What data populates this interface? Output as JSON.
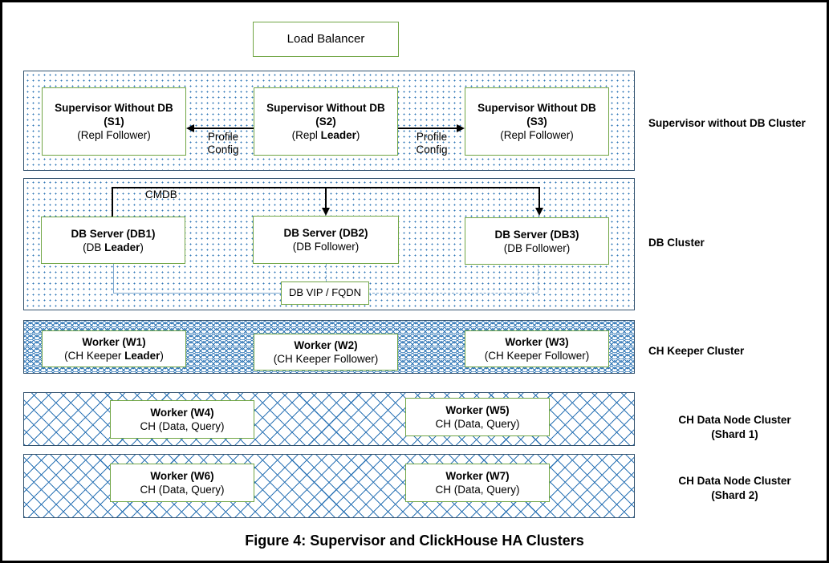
{
  "figure": {
    "caption": "Figure 4: Supervisor and ClickHouse HA Clusters"
  },
  "load_balancer": {
    "label": "Load Balancer"
  },
  "clusters": [
    {
      "id": "supervisor-cluster",
      "side_label": "Supervisor without DB Cluster",
      "nodes": [
        {
          "id": "s1",
          "title": "Supervisor Without DB",
          "tag": "(S1)",
          "role_prefix": "(Repl ",
          "role_bold": "",
          "role_plain": "Follower",
          "role_suffix": ")"
        },
        {
          "id": "s2",
          "title": "Supervisor Without DB",
          "tag": "(S2)",
          "role_prefix": "(Repl ",
          "role_bold": "Leader",
          "role_plain": "",
          "role_suffix": ")"
        },
        {
          "id": "s3",
          "title": "Supervisor Without DB",
          "tag": "(S3)",
          "role_prefix": "(Repl ",
          "role_bold": "",
          "role_plain": "Follower",
          "role_suffix": ")"
        }
      ]
    },
    {
      "id": "db-cluster",
      "side_label": "DB Cluster",
      "nodes": [
        {
          "id": "db1",
          "title": "DB Server (DB1)",
          "role_prefix": "(DB ",
          "role_bold": "Leader",
          "role_plain": "",
          "role_suffix": ")"
        },
        {
          "id": "db2",
          "title": "DB Server (DB2)",
          "role_prefix": "(DB ",
          "role_bold": "",
          "role_plain": "Follower",
          "role_suffix": ")"
        },
        {
          "id": "db3",
          "title": "DB Server (DB3)",
          "role_prefix": "(DB ",
          "role_bold": "",
          "role_plain": "Follower",
          "role_suffix": ")"
        }
      ]
    },
    {
      "id": "ch-keeper-cluster",
      "side_label": "CH Keeper Cluster",
      "nodes": [
        {
          "id": "w1",
          "title": "Worker (W1)",
          "role_prefix": "(CH Keeper ",
          "role_bold": "Leader",
          "role_plain": "",
          "role_suffix": ")"
        },
        {
          "id": "w2",
          "title": "Worker (W2)",
          "role_prefix": "(CH Keeper ",
          "role_bold": "",
          "role_plain": "Follower",
          "role_suffix": ")"
        },
        {
          "id": "w3",
          "title": "Worker (W3)",
          "role_prefix": "(CH Keeper ",
          "role_bold": "",
          "role_plain": "Follower",
          "role_suffix": ")"
        }
      ]
    },
    {
      "id": "ch-data-shard-1",
      "side_label": "CH Data Node Cluster\n(Shard 1)",
      "nodes": [
        {
          "id": "w4",
          "title": "Worker (W4)",
          "subtitle": "CH (Data, Query)"
        },
        {
          "id": "w5",
          "title": "Worker (W5)",
          "subtitle": "CH (Data, Query)"
        }
      ]
    },
    {
      "id": "ch-data-shard-2",
      "side_label": "CH Data Node Cluster\n(Shard 2)",
      "nodes": [
        {
          "id": "w6",
          "title": "Worker (W6)",
          "subtitle": "CH (Data, Query)"
        },
        {
          "id": "w7",
          "title": "Worker (W7)",
          "subtitle": "CH (Data, Query)"
        }
      ]
    }
  ],
  "connectors": {
    "profile_config_left": "Profile\nConfig",
    "profile_config_right": "Profile\nConfig",
    "cmdb": "CMDB"
  },
  "db_vip": {
    "label": "DB VIP / FQDN"
  },
  "colors": {
    "node_border": "#70A544",
    "band_border": "#33526E",
    "band_pattern": "#2E75B6",
    "vip_line": "#7BA7CE",
    "page_border": "#000000",
    "connector": "#000000"
  }
}
